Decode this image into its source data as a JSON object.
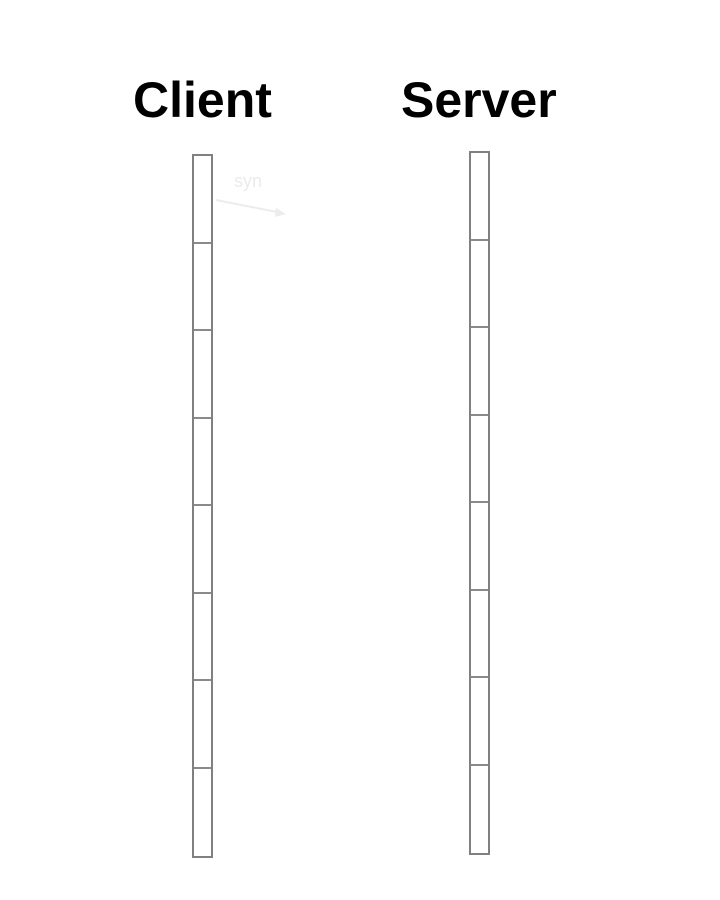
{
  "titles": {
    "client": "Client",
    "server": "Server"
  },
  "message": {
    "label": "syn",
    "color": "#ebebeb"
  },
  "lanes": {
    "client": {
      "segments": 8
    },
    "server": {
      "segments": 8
    }
  },
  "colors": {
    "lane_border": "#808080",
    "title": "#000000"
  }
}
